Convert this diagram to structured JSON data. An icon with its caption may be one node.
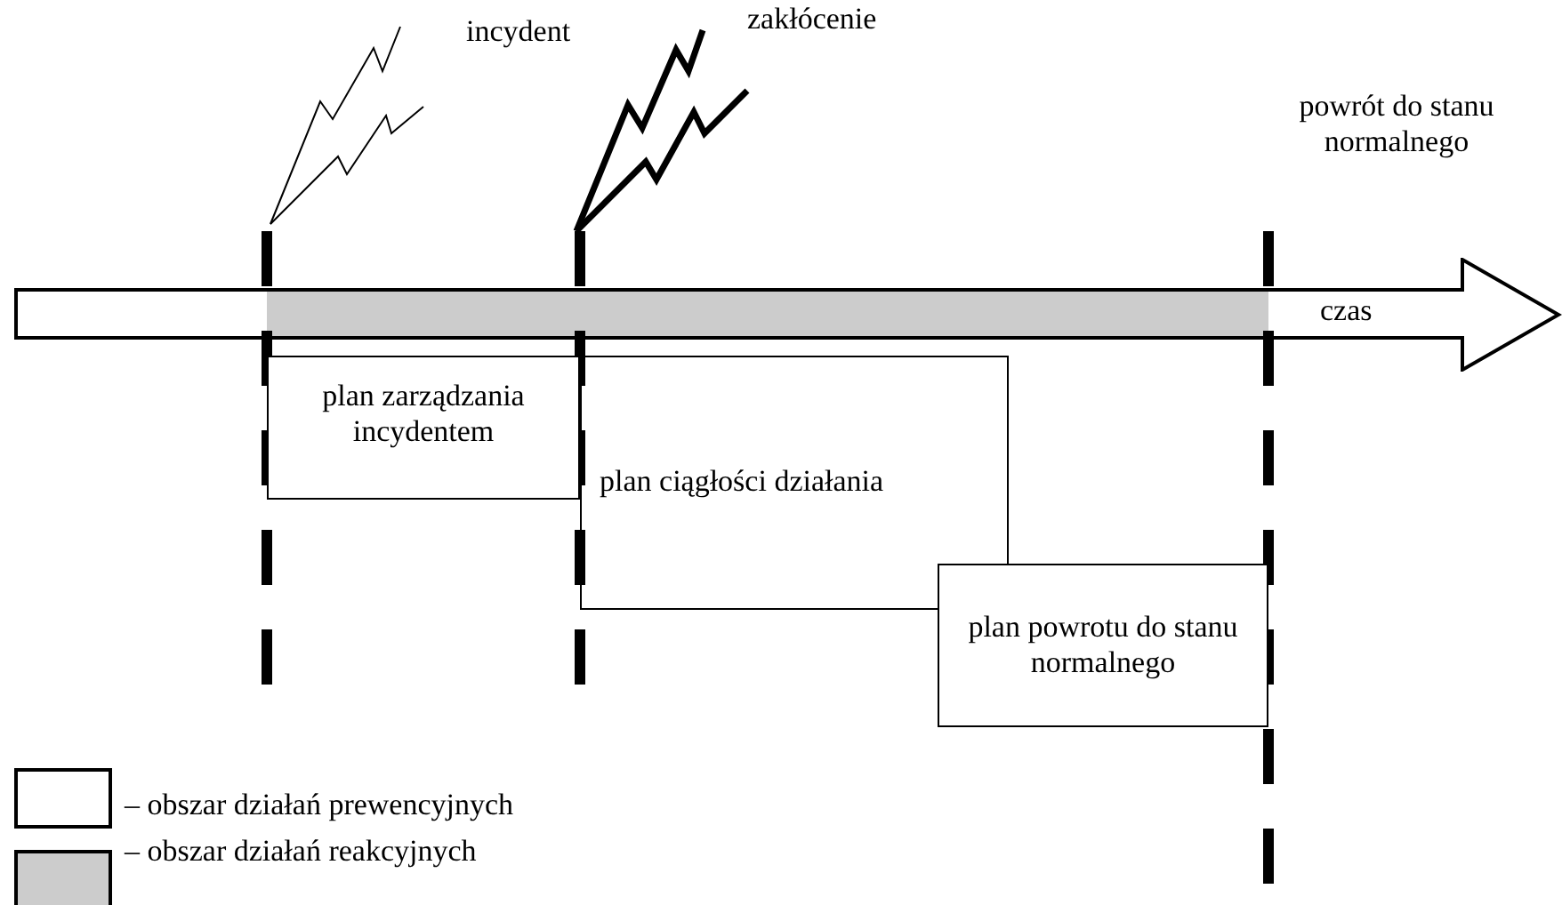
{
  "diagram": {
    "nodes": [
      {
        "text": [
          "czas"
        ]
      },
      {
        "text": [
          "plan zarządzania incydentem"
        ]
      },
      {
        "text": [
          "plan ciągłości działania"
        ]
      },
      {
        "text": [
          "plan powrotu do stanu normalnego"
        ]
      }
    ],
    "labels": [
      "incydent",
      "zakłócenie",
      "powrót do stanu normalnego"
    ],
    "legend": [
      {
        "text": "– obszar działań prewencyjnych",
        "color": "#ffffff"
      },
      {
        "text": "– obszar działań reakcyjnych",
        "color": "#cccccc"
      }
    ]
  }
}
